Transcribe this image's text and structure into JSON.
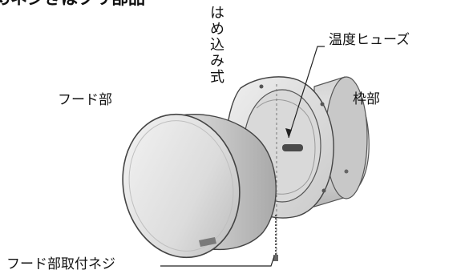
{
  "header": {
    "partial_title": "めネジきはブリ部品"
  },
  "labels": {
    "insert_type": "はめ込み式",
    "hood": "フード部",
    "frame": "枠部",
    "fuse": "温度ヒューズ",
    "screw": "フード部取付ネジ"
  }
}
